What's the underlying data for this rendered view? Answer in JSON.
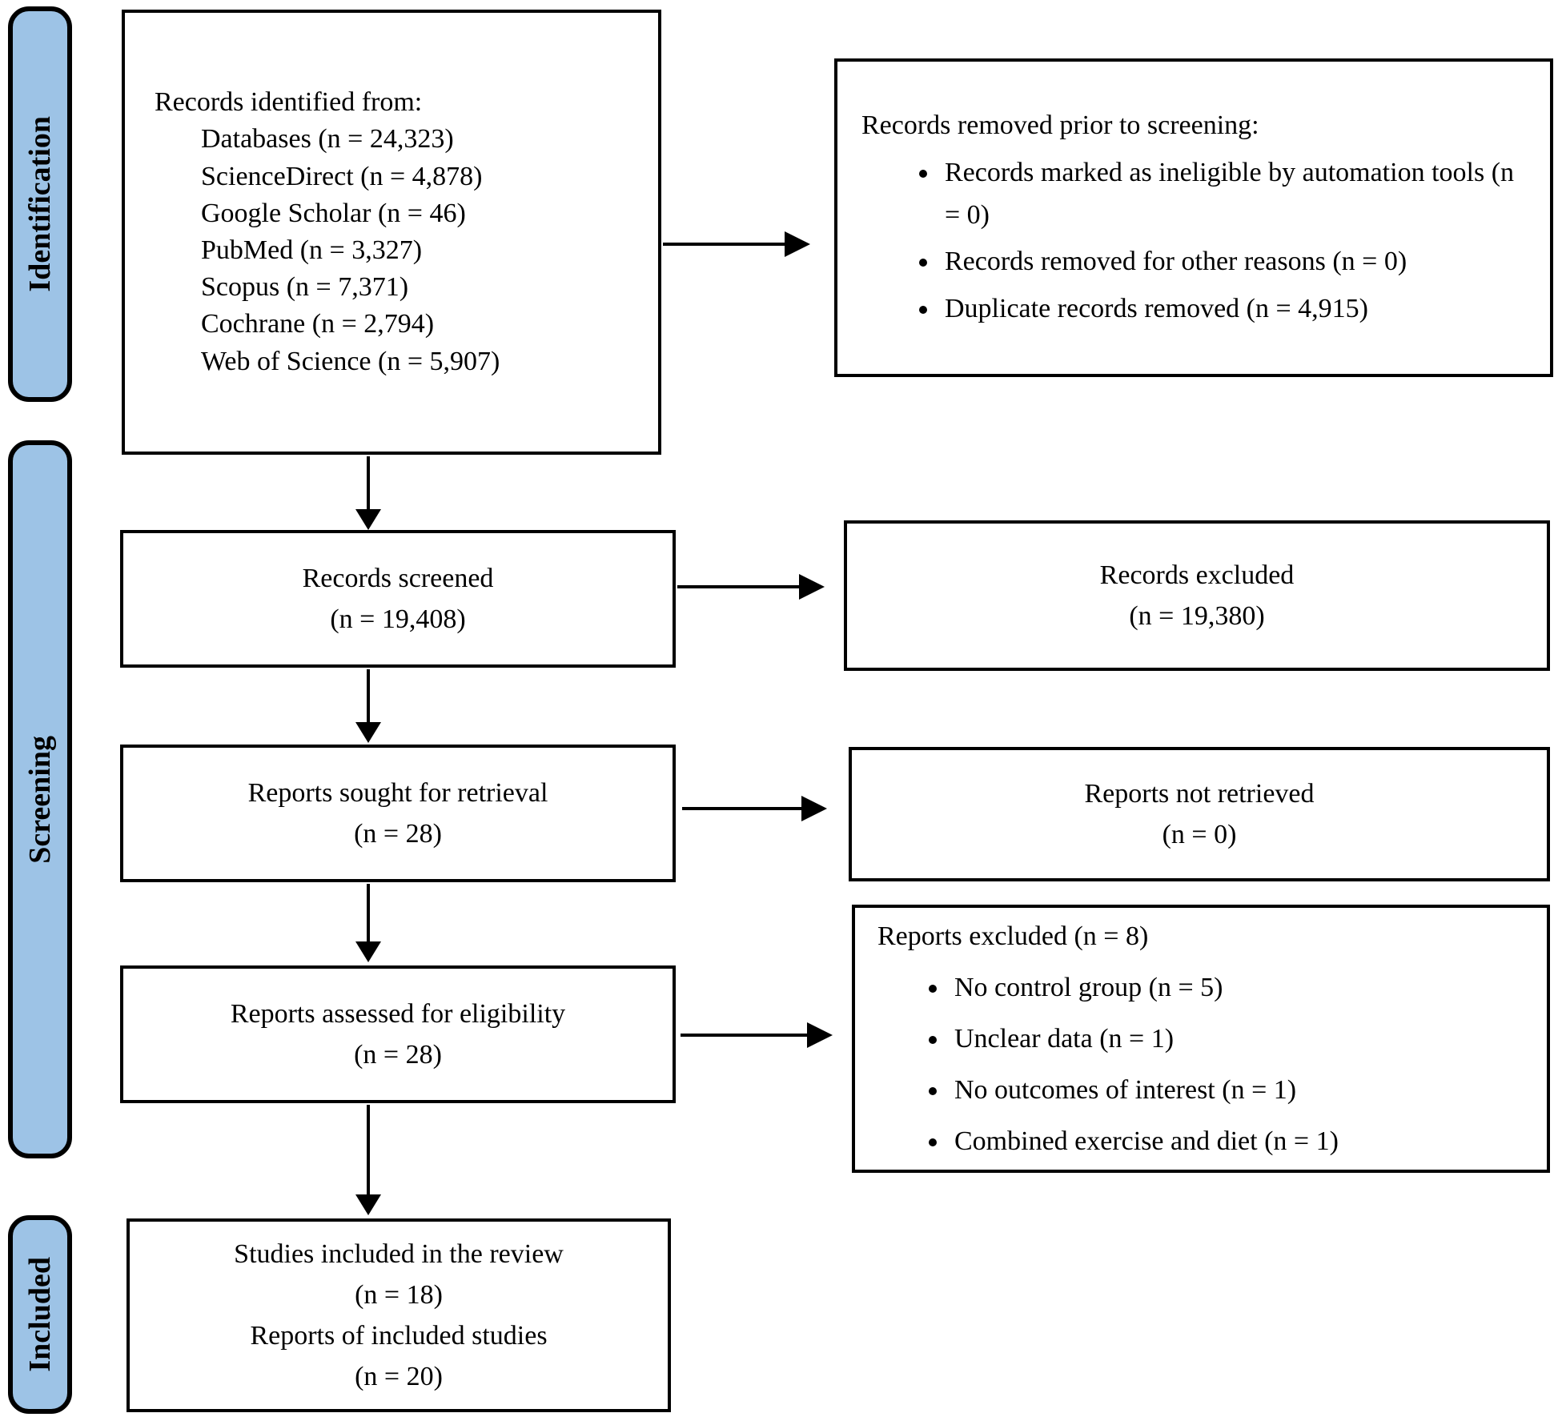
{
  "palette": {
    "stage_fill": "#9dc3e6",
    "line_color": "#000000",
    "box_fill": "#ffffff"
  },
  "sidebar": {
    "stages": [
      {
        "label": "Identification"
      },
      {
        "label": "Screening"
      },
      {
        "label": "Included"
      }
    ]
  },
  "flow": {
    "identified": {
      "intro": "Records identified from:",
      "items": [
        "Databases (n = 24,323)",
        "ScienceDirect (n = 4,878)",
        "Google Scholar (n = 46)",
        "PubMed (n = 3,327)",
        "Scopus (n = 7,371)",
        "Cochrane (n = 2,794)",
        "Web of Science (n = 5,907)"
      ]
    },
    "removed_prior": {
      "intro": "Records removed prior to screening:",
      "bullets": [
        "Records marked as ineligible by automation tools (n = 0)",
        "Records removed for other reasons (n = 0)",
        "Duplicate records removed (n = 4,915)"
      ]
    },
    "screened": {
      "lines": [
        "Records screened",
        "(n = 19,408)"
      ]
    },
    "records_excluded": {
      "lines": [
        "Records excluded",
        "(n = 19,380)"
      ]
    },
    "sought": {
      "lines": [
        "Reports sought for retrieval",
        "(n = 28)"
      ]
    },
    "not_retrieved": {
      "lines": [
        "Reports not retrieved",
        "(n = 0)"
      ]
    },
    "assessed": {
      "lines": [
        "Reports assessed for eligibility",
        "(n = 28)"
      ]
    },
    "reports_excluded": {
      "intro": "Reports excluded (n = 8)",
      "bullets": [
        "No control group (n = 5)",
        "Unclear data (n = 1)",
        "No outcomes of interest (n = 1)",
        "Combined exercise and diet (n = 1)"
      ]
    },
    "included": {
      "lines": [
        "Studies included in the review",
        "(n = 18)",
        "Reports of included studies",
        "(n = 20)"
      ]
    }
  }
}
